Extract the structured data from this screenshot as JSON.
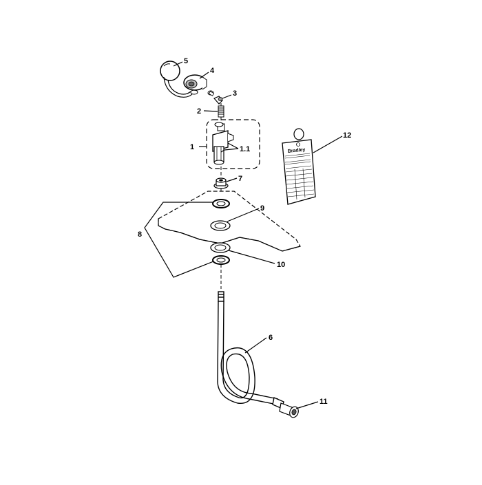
{
  "callouts": {
    "c1": "1",
    "c1_1": "1.1",
    "c2": "2",
    "c3": "3",
    "c4": "4",
    "c5": "5",
    "c6": "6",
    "c7": "7",
    "c8": "8",
    "c9": "9",
    "c10": "10",
    "c11": "11",
    "c12": "12"
  },
  "tag": {
    "brand": "Bradley"
  },
  "colors": {
    "line": "#000000",
    "part_fill": "#ffffff",
    "shade": "#d9d9d9"
  }
}
